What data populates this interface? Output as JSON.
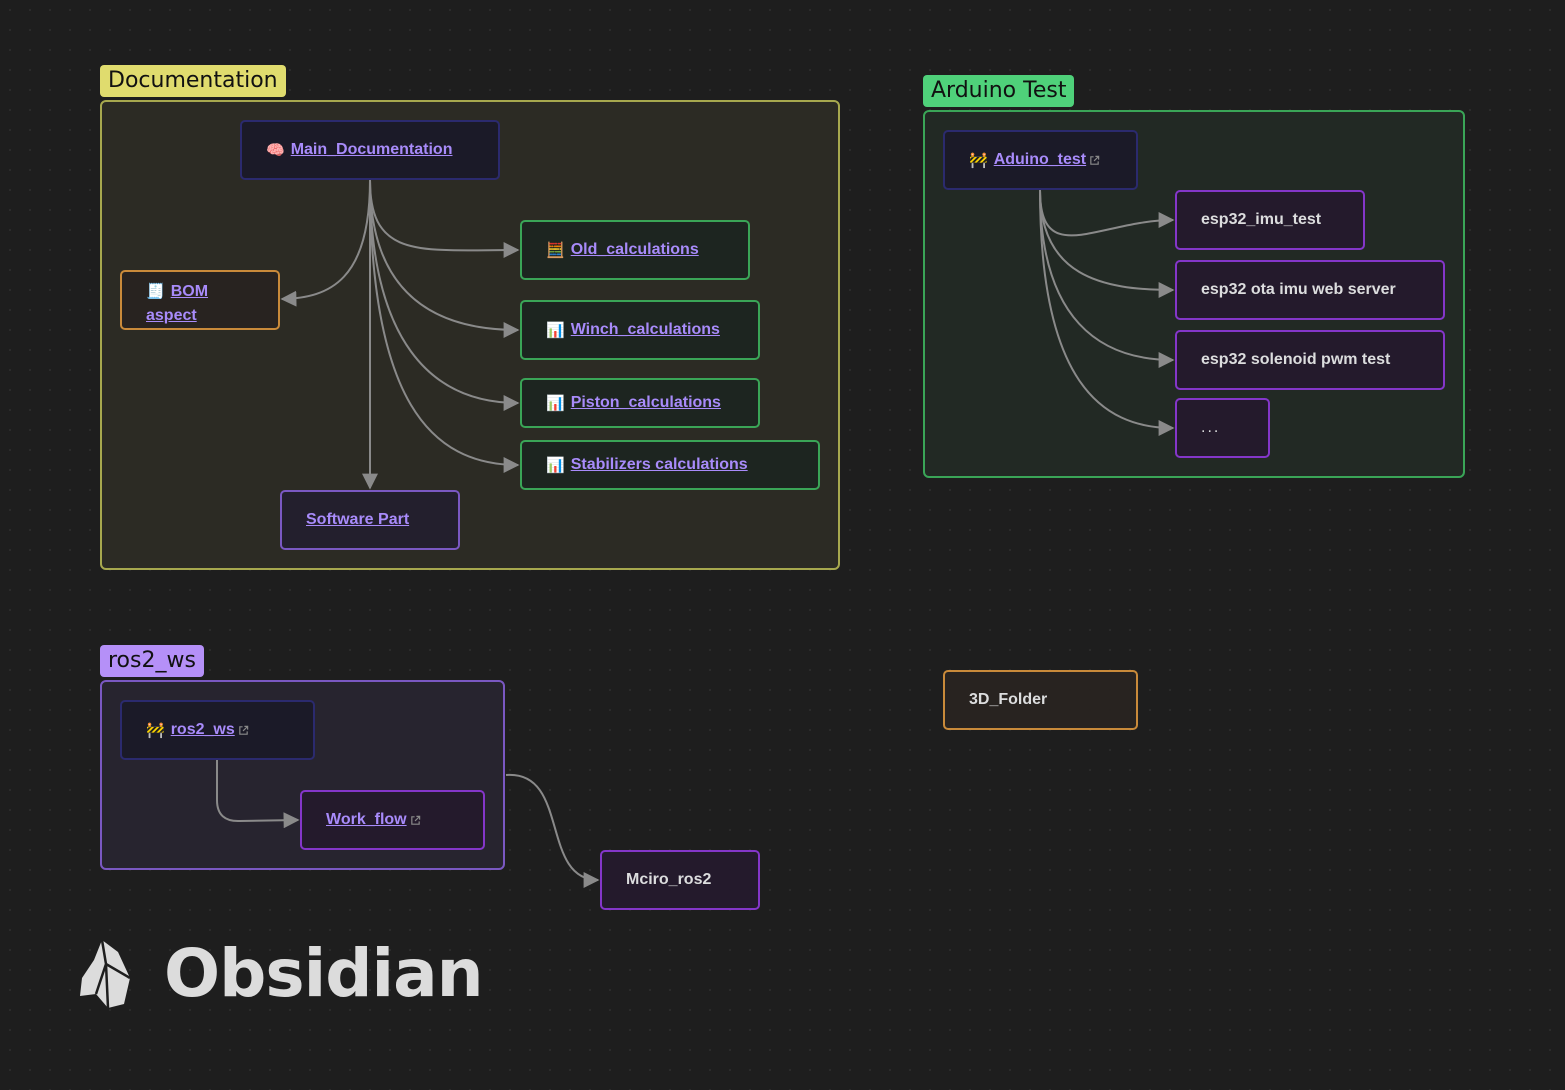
{
  "groups": {
    "documentation": {
      "label": "Documentation",
      "color": "#e0dc6e"
    },
    "arduino": {
      "label": "Arduino Test",
      "color": "#4fd17a"
    },
    "ros2": {
      "label": "ros2_ws",
      "color": "#b590f8"
    }
  },
  "nodes": {
    "main_documentation": {
      "emoji": "🧠",
      "label": "Main_Documentation"
    },
    "bom": {
      "emoji": "🧾",
      "label": "BOM aspect"
    },
    "old_calculations": {
      "emoji": "🧮",
      "label": "Old_calculations"
    },
    "winch_calculations": {
      "emoji": "📊",
      "label": "Winch_calculations"
    },
    "piston_calculations": {
      "emoji": "📊",
      "label": "Piston_calculations"
    },
    "stabilizers_calculations": {
      "emoji": "📊",
      "label": "Stabilizers calculations"
    },
    "software_part": {
      "label": "Software Part"
    },
    "aduino_test": {
      "emoji": "🚧",
      "label": "Aduino_test"
    },
    "esp32_imu_test": {
      "label": "esp32_imu_test"
    },
    "esp32_ota": {
      "label": "esp32 ota imu web server"
    },
    "esp32_solenoid": {
      "label": "esp32 solenoid pwm test"
    },
    "ellipsis": {
      "label": "..."
    },
    "ros2_ws_node": {
      "emoji": "🚧",
      "label": "ros2_ws"
    },
    "work_flow": {
      "label": "Work_flow"
    },
    "mciro_ros2": {
      "label": "Mciro_ros2"
    },
    "folder_3d": {
      "label": "3D_Folder"
    }
  },
  "logo": {
    "text": "Obsidian",
    "icon": "obsidian-logo-icon"
  },
  "colors": {
    "background": "#1e1e1e",
    "link": "#a88bfa",
    "edge": "#8a8a8a"
  }
}
